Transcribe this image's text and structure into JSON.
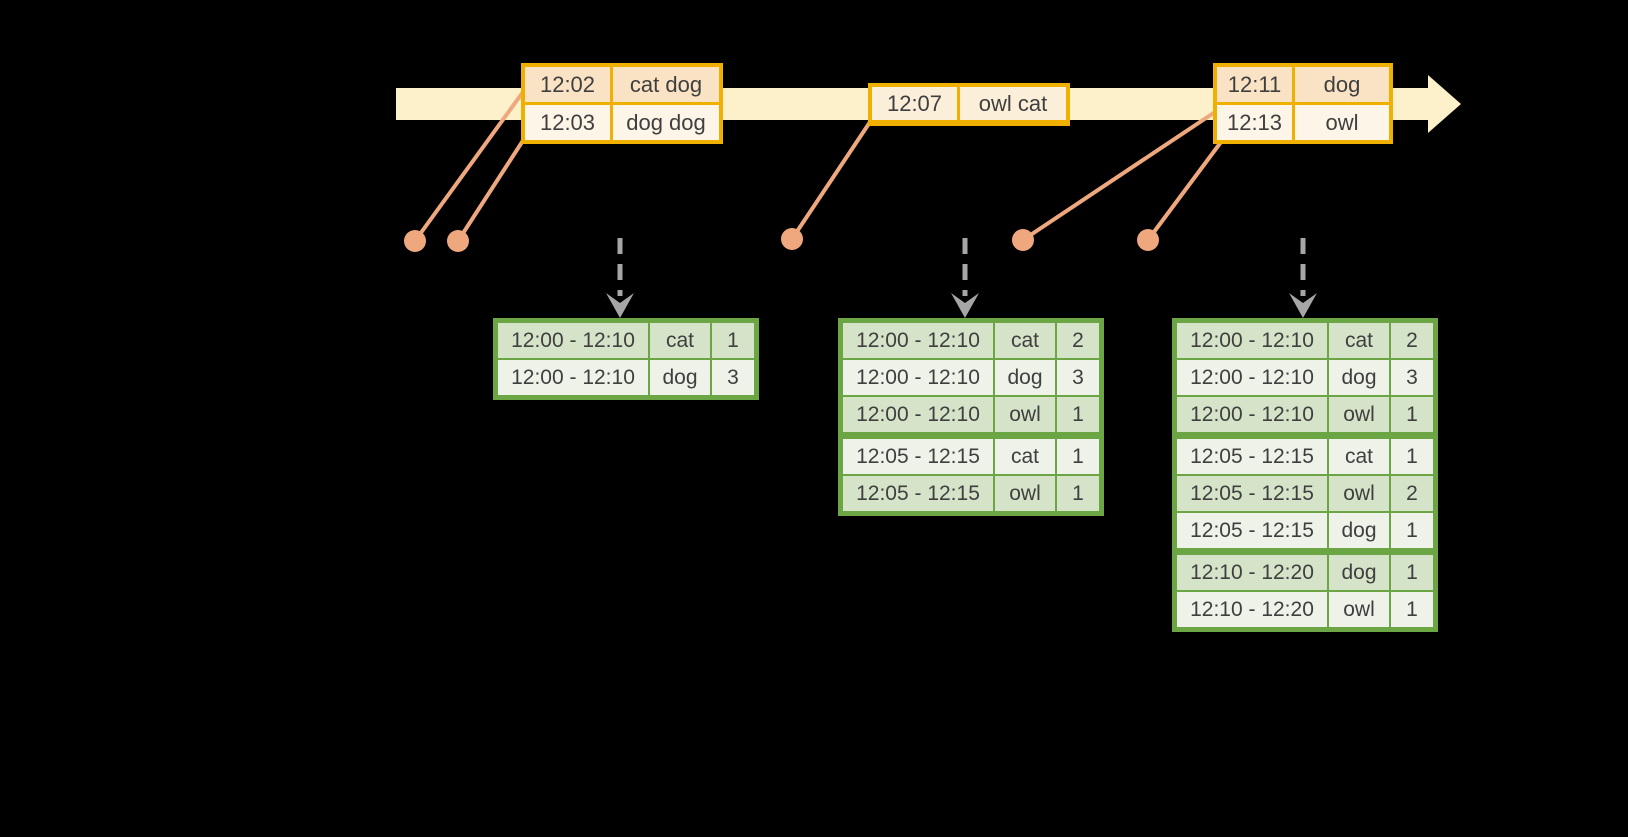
{
  "colors": {
    "background": "#000000",
    "timeline_band": "#FCF1CB",
    "event_border": "#F0B000",
    "event_row_dark": "#FAE3C4",
    "event_row_light": "#FDF5E8",
    "connector_salmon": "#EFA87E",
    "table_border_green": "#6CA644",
    "table_row_dark": "#D5E3C8",
    "table_row_light": "#EEF2E9",
    "dashed_arrow_gray": "#A6A6A6",
    "text": "#3F3F3F"
  },
  "events": [
    {
      "rows": [
        {
          "time": "12:02",
          "words": "cat dog"
        },
        {
          "time": "12:03",
          "words": "dog dog"
        }
      ]
    },
    {
      "rows": [
        {
          "time": "12:07",
          "words": "owl cat"
        }
      ]
    },
    {
      "rows": [
        {
          "time": "12:11",
          "words": "dog"
        },
        {
          "time": "12:13",
          "words": "owl"
        }
      ]
    }
  ],
  "result_tables": [
    {
      "rows": [
        {
          "window": "12:00 - 12:10",
          "word": "cat",
          "count": "1"
        },
        {
          "window": "12:00 - 12:10",
          "word": "dog",
          "count": "3"
        }
      ]
    },
    {
      "rows": [
        {
          "window": "12:00 - 12:10",
          "word": "cat",
          "count": "2"
        },
        {
          "window": "12:00 - 12:10",
          "word": "dog",
          "count": "3"
        },
        {
          "window": "12:00 - 12:10",
          "word": "owl",
          "count": "1"
        },
        {
          "window": "12:05 - 12:15",
          "word": "cat",
          "count": "1"
        },
        {
          "window": "12:05 - 12:15",
          "word": "owl",
          "count": "1"
        }
      ]
    },
    {
      "rows": [
        {
          "window": "12:00 - 12:10",
          "word": "cat",
          "count": "2"
        },
        {
          "window": "12:00 - 12:10",
          "word": "dog",
          "count": "3"
        },
        {
          "window": "12:00 - 12:10",
          "word": "owl",
          "count": "1"
        },
        {
          "window": "12:05 - 12:15",
          "word": "cat",
          "count": "1"
        },
        {
          "window": "12:05 - 12:15",
          "word": "owl",
          "count": "2"
        },
        {
          "window": "12:05 - 12:15",
          "word": "dog",
          "count": "1"
        },
        {
          "window": "12:10 - 12:20",
          "word": "dog",
          "count": "1"
        },
        {
          "window": "12:10 - 12:20",
          "word": "owl",
          "count": "1"
        }
      ]
    }
  ]
}
